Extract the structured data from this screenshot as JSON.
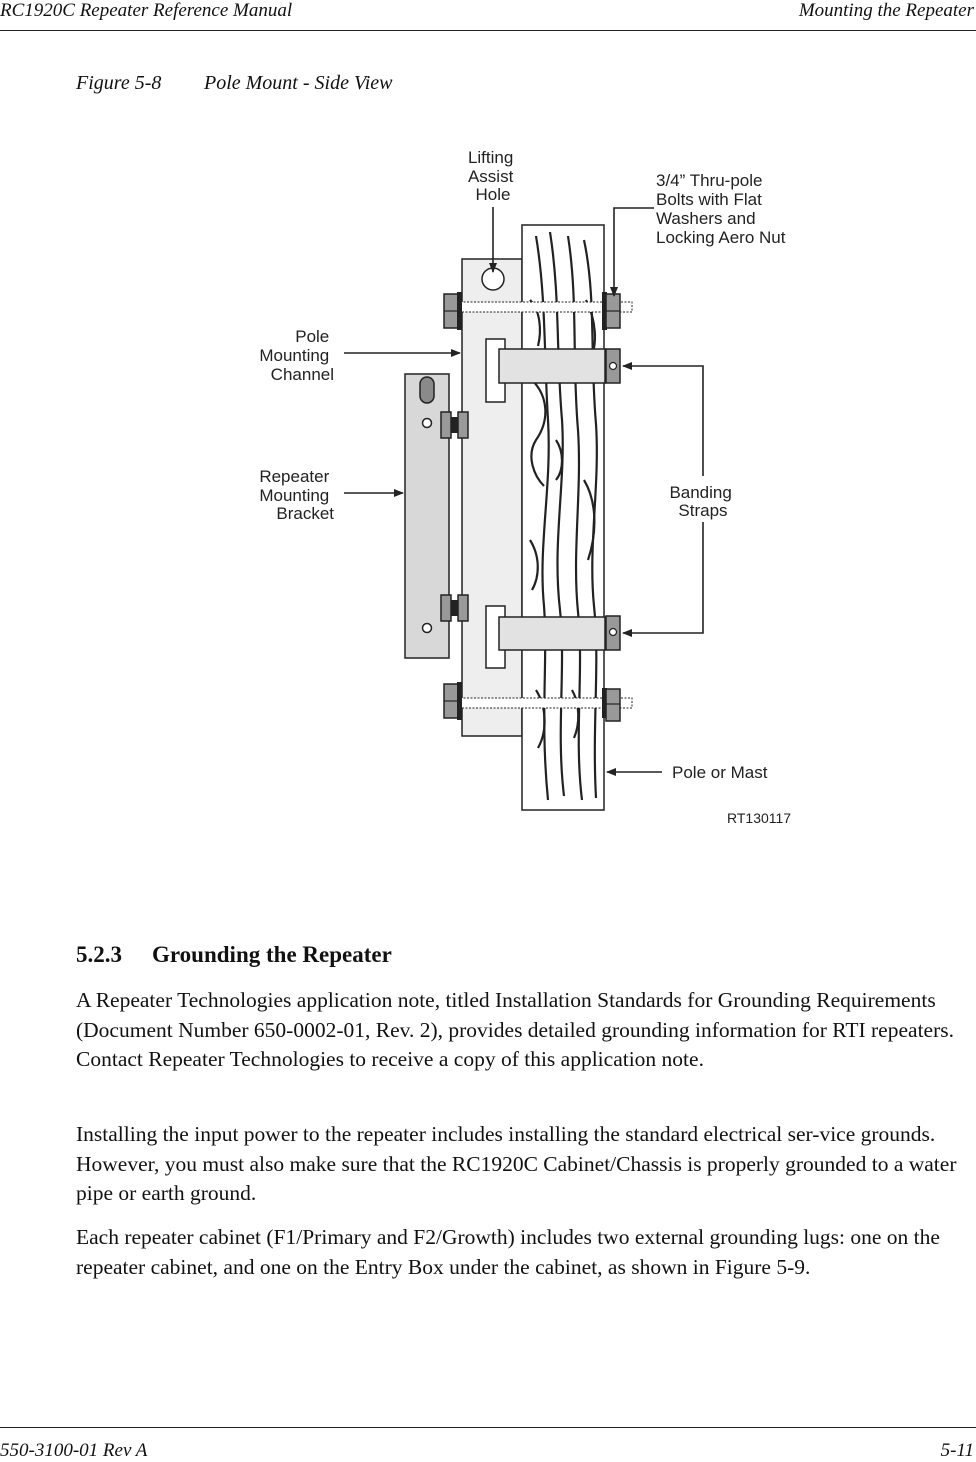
{
  "header": {
    "left": "RC1920C Repeater Reference Manual",
    "right": "Mounting the Repeater"
  },
  "figure": {
    "number": "Figure 5-8",
    "title": "Pole Mount - Side View",
    "labels": {
      "lifting": [
        "Lifting",
        "Assist",
        "Hole"
      ],
      "bolts": [
        "3/4” Thru-pole",
        "Bolts with Flat",
        "Washers and",
        "Locking Aero Nut"
      ],
      "channel": [
        "Pole",
        "Mounting",
        "Channel"
      ],
      "bracket": [
        "Repeater",
        "Mounting",
        "Bracket"
      ],
      "straps": [
        "Banding",
        "Straps"
      ],
      "pole": "Pole or Mast",
      "code": "RT130117"
    }
  },
  "section": {
    "number": "5.2.3",
    "title": "Grounding the Repeater"
  },
  "paragraphs": [
    "A Repeater Technologies application note, titled Installation Standards for Grounding Requirements (Document Number 650-0002-01, Rev. 2), provides detailed grounding information for RTI repeaters. Contact Repeater Technologies to receive a copy of this application note.",
    "Installing the input power to the repeater includes installing the standard electrical ser-vice grounds. However, you must also make sure that the RC1920C Cabinet/Chassis is properly grounded to a water pipe or earth ground.",
    "Each repeater cabinet (F1/Primary and F2/Growth) includes two external grounding lugs: one on the repeater cabinet, and one on the Entry Box under the cabinet, as shown in Figure 5-9."
  ],
  "footer": {
    "left": "550-3100-01 Rev A",
    "right": "5-11"
  }
}
